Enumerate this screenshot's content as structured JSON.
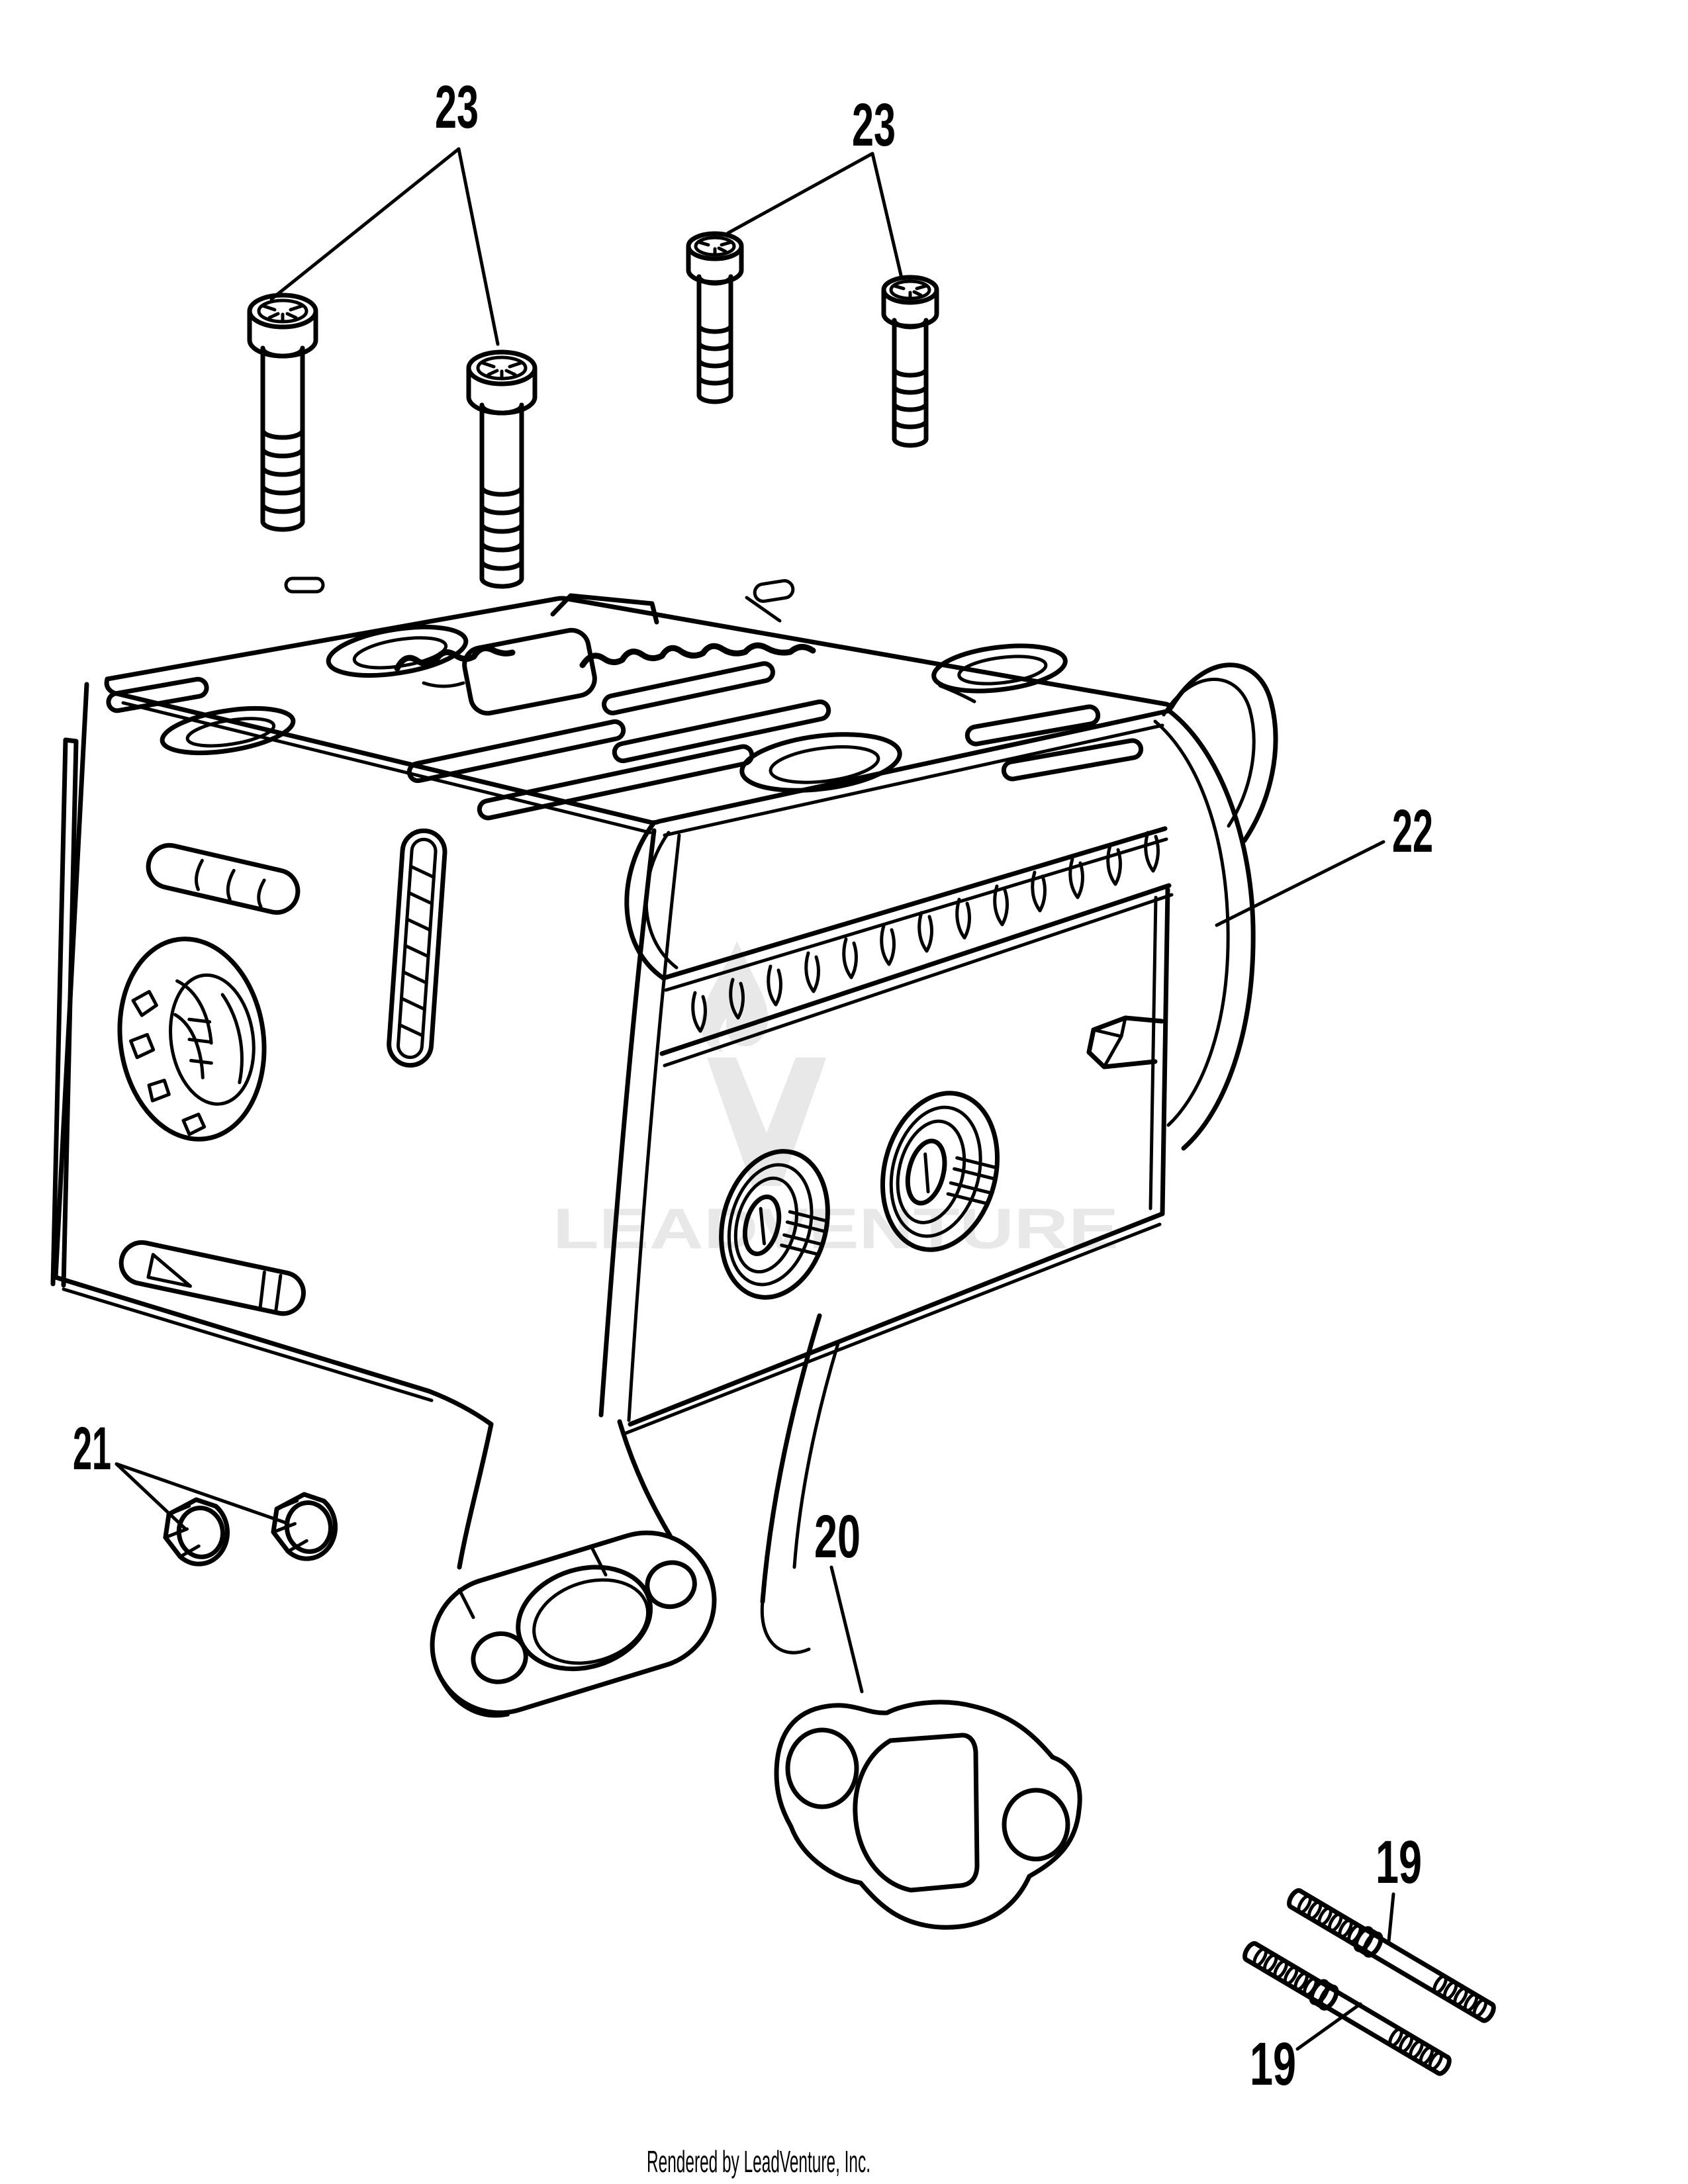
{
  "page": {
    "background_color": "#ffffff",
    "line_color": "#000000",
    "watermark_color": "#e8e8e8",
    "watermark_text": "LEADVENTURE",
    "footer_credit": "Rendered by LeadVenture, Inc."
  },
  "callouts": {
    "screws_left_pair": {
      "label": "23"
    },
    "screws_right_pair": {
      "label": "23"
    },
    "muffler_body": {
      "label": "22"
    },
    "hex_bolts": {
      "label": "21"
    },
    "exhaust_gasket": {
      "label": "20"
    },
    "stud_upper": {
      "label": "19"
    },
    "stud_lower": {
      "label": "19"
    }
  }
}
